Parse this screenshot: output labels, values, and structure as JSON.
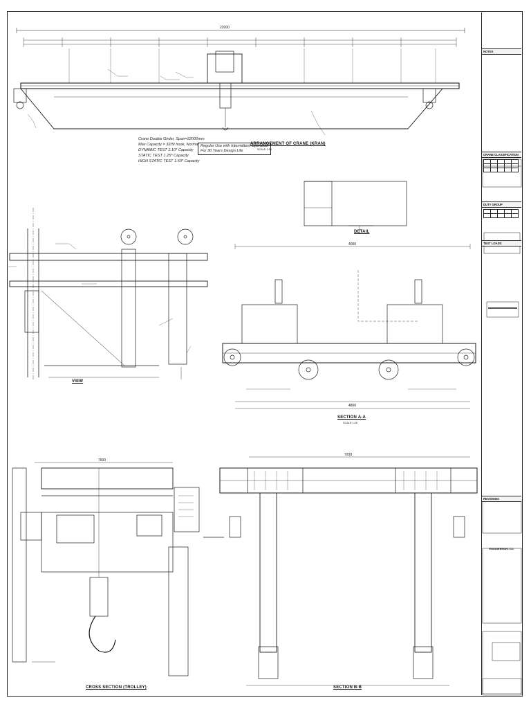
{
  "sheet": {
    "spec_note_1": "Crane Double Girder, Span=22000mm",
    "spec_note_2": "Max Capacity = 32/5t hook, Normal",
    "spec_note_3": "DYNAMIC TEST 1.10* Capacity",
    "spec_note_4": "STATIC TEST 1.25* Capacity",
    "spec_note_5": "HIGH STATIC TEST 1.50* Capacity",
    "design_note": "Regular Use with Intermittent Operation",
    "design_note_2": "For 30 Years Design Life"
  },
  "views": {
    "general_title": "ARRANGEMENT OF CRANE (KRAN)",
    "general_sub": "SCALE 1:50",
    "detail_title": "DETAIL",
    "left_title": "VIEW",
    "section_a_title": "SECTION A-A",
    "section_sub": "SCALE 1:25",
    "cross_title": "CROSS SECTION (TROLLEY)",
    "section_b_title": "SECTION B-B"
  },
  "dims": {
    "overall_span": "22000",
    "end_carriage": "4800",
    "wheelbase": "4000",
    "cross_width": "7600",
    "column_span": "7200"
  },
  "title_block": {
    "notes_header": "NOTES",
    "table1_header": "CRANE CLASSIFICATION",
    "table2_header": "DUTY GROUP",
    "table3_header": "TEST LOADS",
    "company_name": "ENGINEERING CO.",
    "rev_header": "REVISIONS"
  },
  "colors": {
    "line": "#1a1a1a",
    "background": "#ffffff"
  }
}
